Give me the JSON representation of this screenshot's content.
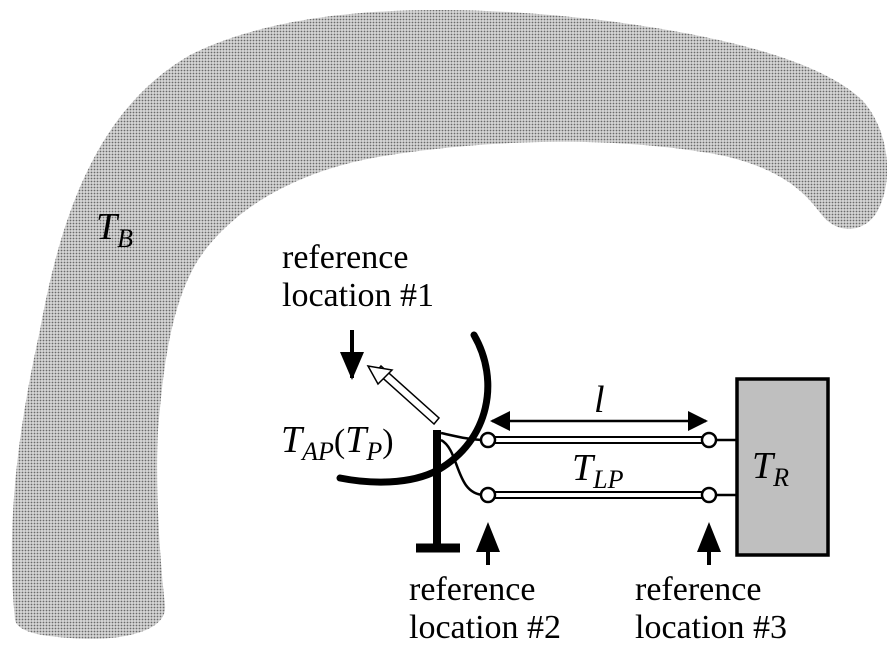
{
  "diagram": {
    "background_temperature": {
      "symbol": "T",
      "subscript": "B"
    },
    "antenna_temperature": {
      "symbol": "T",
      "subscript": "AP",
      "paren_symbol": "T",
      "paren_subscript": "P"
    },
    "line_length": {
      "symbol": "l"
    },
    "line_temperature": {
      "symbol": "T",
      "subscript": "LP"
    },
    "receiver_temperature": {
      "symbol": "T",
      "subscript": "R"
    },
    "references": [
      {
        "line1": "reference",
        "line2": "location #1"
      },
      {
        "line1": "reference",
        "line2": "location #2"
      },
      {
        "line1": "reference",
        "line2": "location #3"
      }
    ],
    "colors": {
      "stroke": "#000000",
      "receiver_fill": "#bfbfbf",
      "background_region": "#a8a8a8"
    }
  }
}
